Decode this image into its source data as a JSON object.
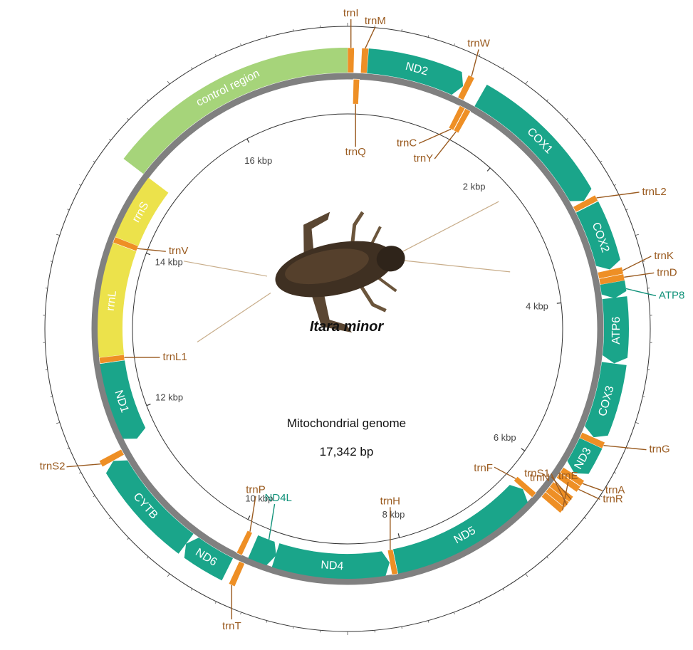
{
  "title": {
    "species": "Itara minor",
    "subtitle": "Mitochondrial genome",
    "size": "17,342 bp"
  },
  "genome_length": 17342,
  "colors": {
    "pcg": "#1aa58a",
    "trna": "#ee8f25",
    "rrna": "#ece24b",
    "control": "#a6d47a",
    "backbone": "#808080",
    "label_brown": "#9a5b20",
    "label_teal": "#11927a",
    "ring_line": "#333333",
    "ruler_text": "#444444"
  },
  "scale_ticks": [
    {
      "pos": 2000,
      "label": "2 kbp"
    },
    {
      "pos": 4000,
      "label": "4 kbp"
    },
    {
      "pos": 6000,
      "label": "6 kbp"
    },
    {
      "pos": 8000,
      "label": "8 kbp"
    },
    {
      "pos": 10000,
      "label": "10 kbp"
    },
    {
      "pos": 12000,
      "label": "12 kbp"
    },
    {
      "pos": 14000,
      "label": "14 kbp"
    },
    {
      "pos": 16000,
      "label": "16 kbp"
    }
  ],
  "features": [
    {
      "name": "trnI",
      "type": "trna",
      "start": 0,
      "end": 66,
      "strand": "+",
      "label": "trnI",
      "callout": true
    },
    {
      "name": "trnQ",
      "type": "trna",
      "start": 64,
      "end": 132,
      "strand": "-",
      "label": "trnQ",
      "callout": true
    },
    {
      "name": "trnM",
      "type": "trna",
      "start": 140,
      "end": 208,
      "strand": "+",
      "label": "trnM",
      "callout": true
    },
    {
      "name": "ND2",
      "type": "pcg",
      "start": 209,
      "end": 1225,
      "strand": "+",
      "label": "ND2"
    },
    {
      "name": "trnW",
      "type": "trna",
      "start": 1226,
      "end": 1293,
      "strand": "+",
      "label": "trnW",
      "callout": true
    },
    {
      "name": "trnC",
      "type": "trna",
      "start": 1286,
      "end": 1350,
      "strand": "-",
      "label": "trnC",
      "callout": true
    },
    {
      "name": "trnY",
      "type": "trna",
      "start": 1354,
      "end": 1420,
      "strand": "-",
      "label": "trnY",
      "callout": true
    },
    {
      "name": "COX1",
      "type": "pcg",
      "start": 1430,
      "end": 2965,
      "strand": "+",
      "label": "COX1"
    },
    {
      "name": "trnL2",
      "type": "trna",
      "start": 2966,
      "end": 3030,
      "strand": "+",
      "label": "trnL2",
      "callout": true
    },
    {
      "name": "COX2",
      "type": "pcg",
      "start": 3036,
      "end": 3720,
      "strand": "+",
      "label": "COX2"
    },
    {
      "name": "trnK",
      "type": "trna",
      "start": 3722,
      "end": 3792,
      "strand": "+",
      "label": "trnK",
      "callout": true
    },
    {
      "name": "trnD",
      "type": "trna",
      "start": 3792,
      "end": 3858,
      "strand": "+",
      "label": "trnD",
      "callout": true
    },
    {
      "name": "ATP8",
      "type": "pcg",
      "start": 3858,
      "end": 4020,
      "strand": "+",
      "label": "ATP8",
      "callout": true
    },
    {
      "name": "ATP6",
      "type": "pcg",
      "start": 4014,
      "end": 4690,
      "strand": "+",
      "label": "ATP6"
    },
    {
      "name": "COX3",
      "type": "pcg",
      "start": 4692,
      "end": 5480,
      "strand": "+",
      "label": "COX3"
    },
    {
      "name": "trnG",
      "type": "trna",
      "start": 5482,
      "end": 5548,
      "strand": "+",
      "label": "trnG",
      "callout": true
    },
    {
      "name": "ND3",
      "type": "pcg",
      "start": 5549,
      "end": 5900,
      "strand": "+",
      "label": "ND3"
    },
    {
      "name": "trnA",
      "type": "trna",
      "start": 5910,
      "end": 5975,
      "strand": "+",
      "label": "trnA",
      "callout": true
    },
    {
      "name": "trnR",
      "type": "trna",
      "start": 5978,
      "end": 6045,
      "strand": "+",
      "label": "trnR",
      "callout": true
    },
    {
      "name": "trnN",
      "type": "trna",
      "start": 6100,
      "end": 6168,
      "strand": "+",
      "label": "trnN",
      "callout": true
    },
    {
      "name": "trnS1",
      "type": "trna",
      "start": 6168,
      "end": 6238,
      "strand": "+",
      "label": "trnS1",
      "callout": true
    },
    {
      "name": "trnE",
      "type": "trna",
      "start": 6238,
      "end": 6306,
      "strand": "+",
      "label": "trnE",
      "callout": true
    },
    {
      "name": "trnF",
      "type": "trna",
      "start": 6310,
      "end": 6378,
      "strand": "-",
      "label": "trnF",
      "callout": true
    },
    {
      "name": "ND5",
      "type": "pcg",
      "start": 6380,
      "end": 8110,
      "strand": "-",
      "label": "ND5"
    },
    {
      "name": "trnH",
      "type": "trna",
      "start": 8112,
      "end": 8178,
      "strand": "-",
      "label": "trnH",
      "callout": true
    },
    {
      "name": "ND4",
      "type": "pcg",
      "start": 8180,
      "end": 9520,
      "strand": "-",
      "label": "ND4"
    },
    {
      "name": "ND4L",
      "type": "pcg",
      "start": 9513,
      "end": 9800,
      "strand": "-",
      "label": "ND4L",
      "callout": true
    },
    {
      "name": "trnT",
      "type": "trna",
      "start": 9810,
      "end": 9875,
      "strand": "+",
      "label": "trnT",
      "callout": true
    },
    {
      "name": "trnP",
      "type": "trna",
      "start": 9876,
      "end": 9942,
      "strand": "-",
      "label": "trnP",
      "callout": true
    },
    {
      "name": "ND6",
      "type": "pcg",
      "start": 9950,
      "end": 10450,
      "strand": "+",
      "label": "ND6"
    },
    {
      "name": "CYTB",
      "type": "pcg",
      "start": 10450,
      "end": 11590,
      "strand": "+",
      "label": "CYTB"
    },
    {
      "name": "trnS2",
      "type": "trna",
      "start": 11590,
      "end": 11658,
      "strand": "+",
      "label": "trnS2",
      "callout": true
    },
    {
      "name": "ND1",
      "type": "pcg",
      "start": 11680,
      "end": 12620,
      "strand": "-",
      "label": "ND1"
    },
    {
      "name": "trnL1",
      "type": "trna",
      "start": 12622,
      "end": 12690,
      "strand": "-",
      "label": "trnL1",
      "callout": true
    },
    {
      "name": "rrnL",
      "type": "rrna",
      "start": 12690,
      "end": 13980,
      "strand": "-",
      "label": "rrnL"
    },
    {
      "name": "trnV",
      "type": "trna",
      "start": 13980,
      "end": 14048,
      "strand": "-",
      "label": "trnV",
      "callout": true
    },
    {
      "name": "rrnS",
      "type": "rrna",
      "start": 14048,
      "end": 14800,
      "strand": "-",
      "label": "rrnS"
    },
    {
      "name": "control region",
      "type": "control",
      "start": 14800,
      "end": 17342,
      "strand": "+",
      "label": "control   region"
    }
  ]
}
